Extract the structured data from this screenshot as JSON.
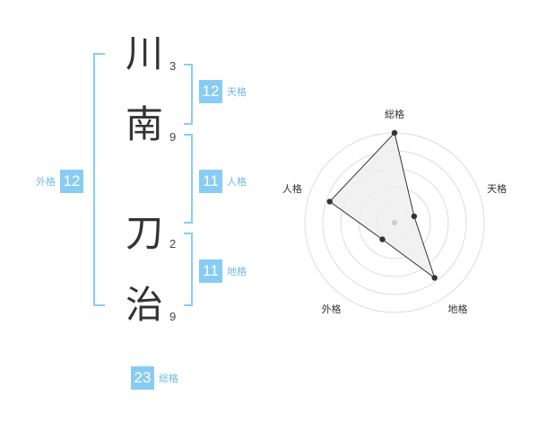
{
  "name": {
    "chars": [
      {
        "char": "川",
        "strokes": "3"
      },
      {
        "char": "南",
        "strokes": "9"
      },
      {
        "char": "刀",
        "strokes": "2"
      },
      {
        "char": "治",
        "strokes": "9"
      }
    ]
  },
  "fortunes": {
    "tenkaku": {
      "label": "天格",
      "value": "12"
    },
    "jinkaku": {
      "label": "人格",
      "value": "11"
    },
    "chikaku": {
      "label": "地格",
      "value": "11"
    },
    "gaikaku": {
      "label": "外格",
      "value": "12"
    },
    "soukaku": {
      "label": "総格",
      "value": "23"
    }
  },
  "chart_data": {
    "type": "radar",
    "axes": [
      "総格",
      "天格",
      "地格",
      "外格",
      "人格"
    ],
    "values": [
      1.0,
      0.23,
      0.76,
      0.23,
      0.76
    ],
    "rings": 5,
    "colors": {
      "fill": "#eeeeee",
      "line": "#333333",
      "grid": "#dddddd",
      "bracket": "#88ccf4"
    }
  }
}
